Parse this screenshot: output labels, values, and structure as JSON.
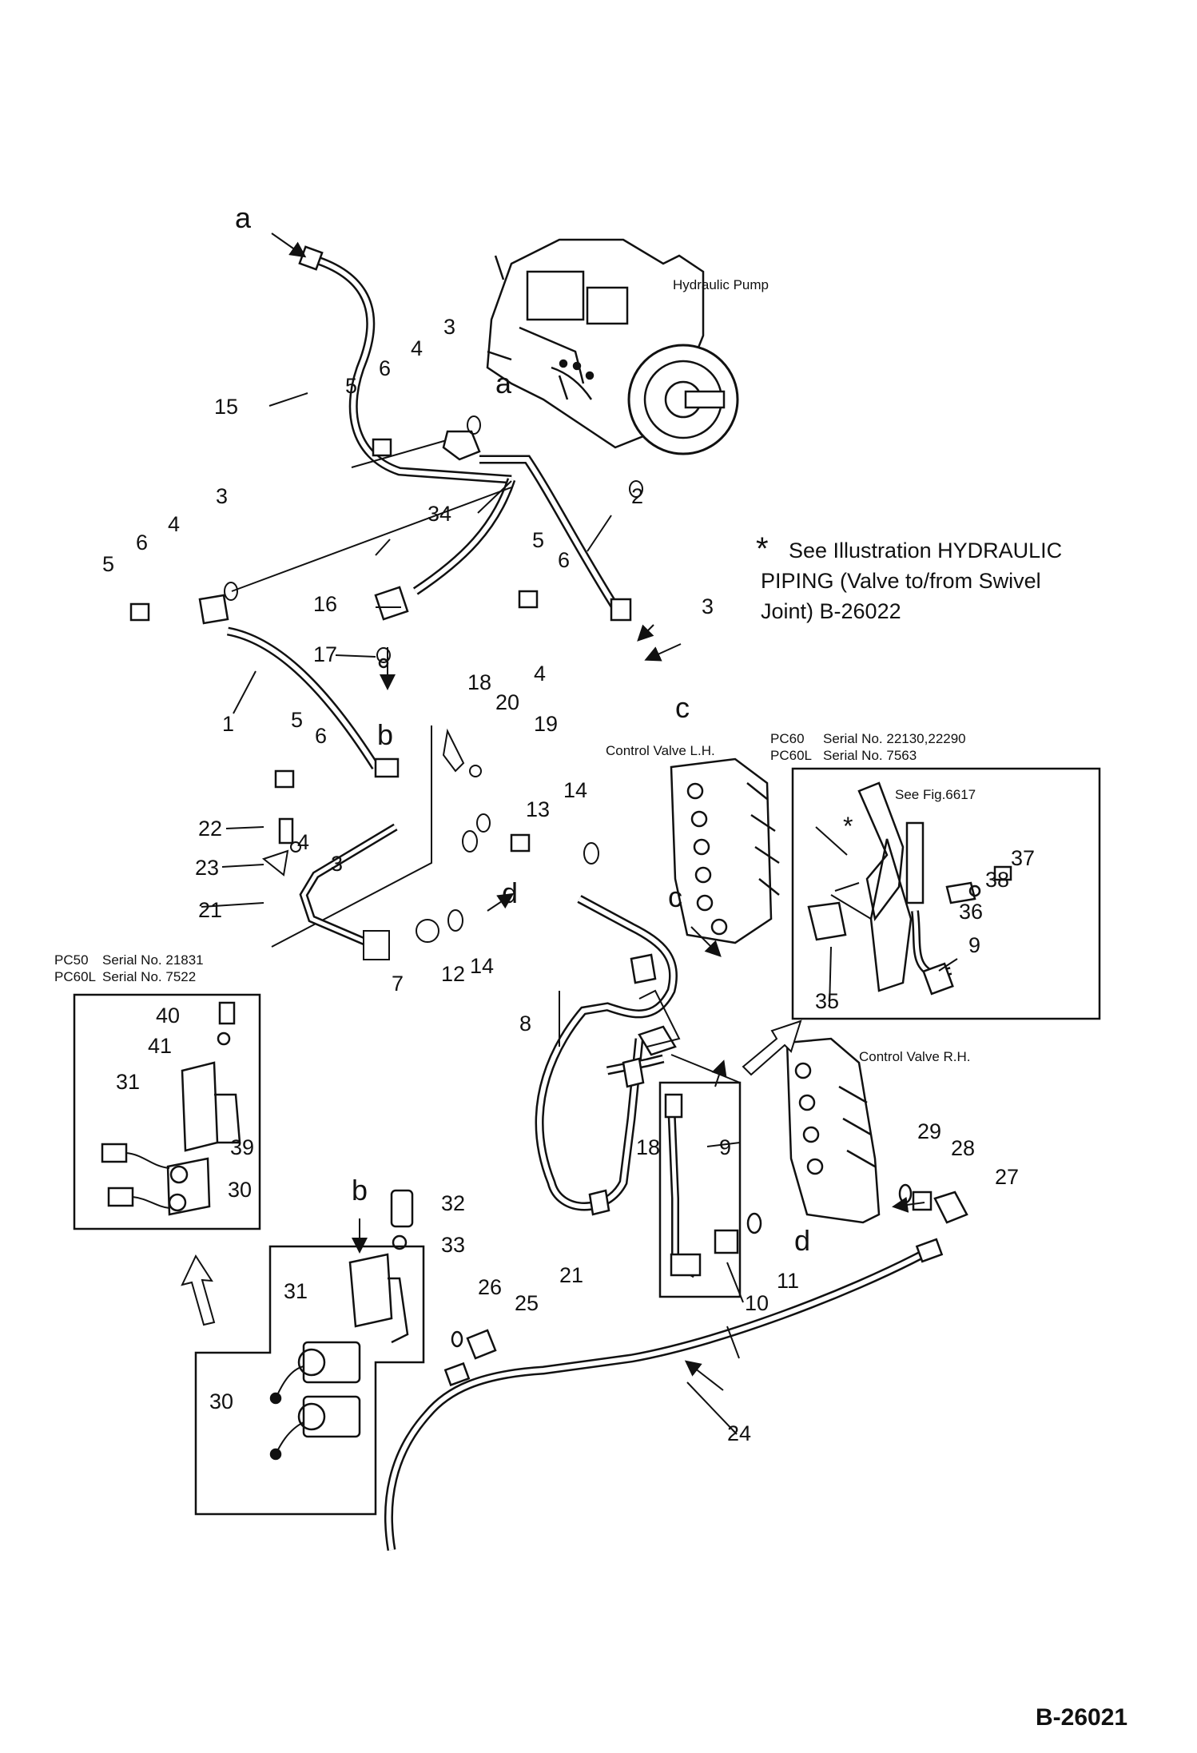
{
  "callout_numbers": [
    "1",
    "2",
    "3",
    "4",
    "5",
    "6",
    "7",
    "8",
    "9",
    "10",
    "11",
    "12",
    "13",
    "14",
    "15",
    "16",
    "17",
    "18",
    "19",
    "20",
    "21",
    "22",
    "23",
    "24",
    "25",
    "26",
    "27",
    "28",
    "29",
    "30",
    "31",
    "32",
    "33",
    "34",
    "35",
    "36",
    "37",
    "38",
    "39",
    "40",
    "41"
  ],
  "connection_letters": [
    "a",
    "b",
    "c",
    "d"
  ],
  "asterisk": "*",
  "note": {
    "line1": "See Illustration HYDRAULIC",
    "line2": "PIPING (Valve to/from Swivel",
    "line3": "Joint) B-26022"
  },
  "component_labels": {
    "pump": "Hydraulic Pump",
    "valve_lh": "Control Valve L.H.",
    "valve_rh": "Control Valve R.H.",
    "see_fig": "See Fig.6617"
  },
  "serials": {
    "pc60_model": "PC60",
    "pc60_serial": "Serial No. 22130,22290",
    "pc60l_a_model": "PC60L",
    "pc60l_a_serial": "Serial No. 7563",
    "pc50_model": "PC50",
    "pc50_serial": "Serial No. 21831",
    "pc60l_b_model": "PC60L",
    "pc60l_b_serial": "Serial No. 7522"
  },
  "doc_number": "B-26021"
}
